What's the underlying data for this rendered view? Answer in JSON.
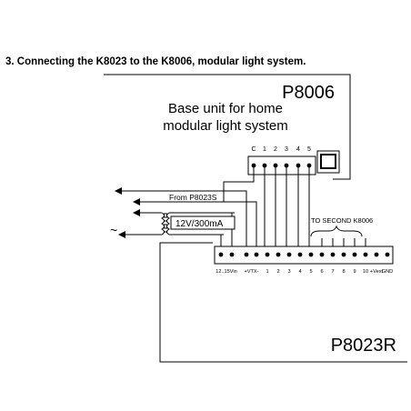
{
  "heading": "3.  Connecting the K8023 to the K8006, modular light system.",
  "p8006": {
    "model": "P8006",
    "description_line1": "Base unit for home",
    "description_line2": "modular light system",
    "terminal_labels": [
      "C",
      "1",
      "2",
      "3",
      "4",
      "5"
    ]
  },
  "wiring": {
    "from_label": "From P8023S",
    "transformer_label": "12V/300mA",
    "ac_symbol": "~"
  },
  "p8023r": {
    "model": "P8023R",
    "second_unit_label": "TO SECOND K8006",
    "terminal_labels": [
      "12..15Vin",
      "+VTX-",
      "1",
      "2",
      "3",
      "4",
      "5",
      "6",
      "7",
      "8",
      "9",
      "10",
      "+Vext",
      "GND"
    ]
  }
}
